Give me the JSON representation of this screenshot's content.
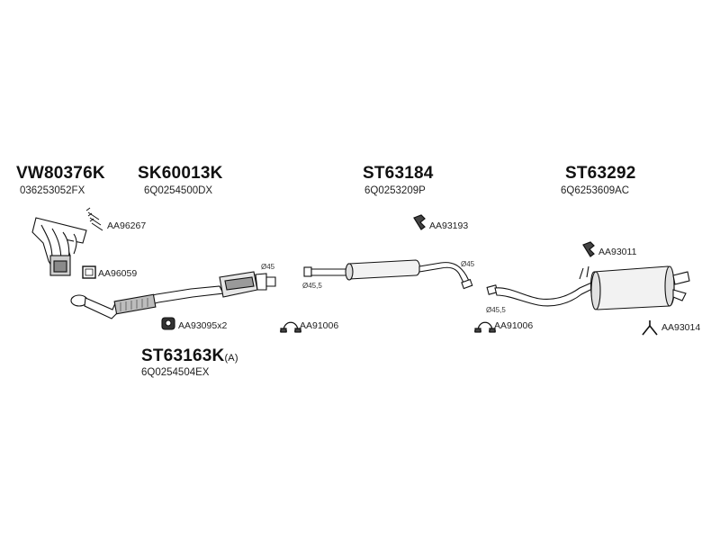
{
  "parts": {
    "manifold": {
      "number": "VW80376K",
      "oem": "036253052FX"
    },
    "catalyst": {
      "number": "SK60013K",
      "oem": "6Q0254500DX"
    },
    "middle_silencer": {
      "number": "ST63184",
      "oem": "6Q0253209P"
    },
    "rear_silencer": {
      "number": "ST63292",
      "oem": "6Q6253609AC"
    },
    "front_pipe": {
      "number": "ST63163K",
      "suffix": "(A)",
      "oem": "6Q0254504EX"
    }
  },
  "accessories": {
    "bolts": "AA96267",
    "gasket": "AA96059",
    "front_mount": "AA93095x2",
    "clamp_1": "AA91006",
    "hanger_1": "AA93193",
    "clamp_2": "AA91006",
    "hanger_2": "AA93011",
    "rubber_mount": "AA93014"
  },
  "dimensions": {
    "cat_outlet": "Ø45",
    "mid_inlet": "Ø45,5",
    "mid_outlet": "Ø45",
    "rear_inlet": "Ø45,5"
  },
  "colors": {
    "line": "#111111",
    "fill": "#ffffff",
    "shade": "#9a9a9a"
  }
}
